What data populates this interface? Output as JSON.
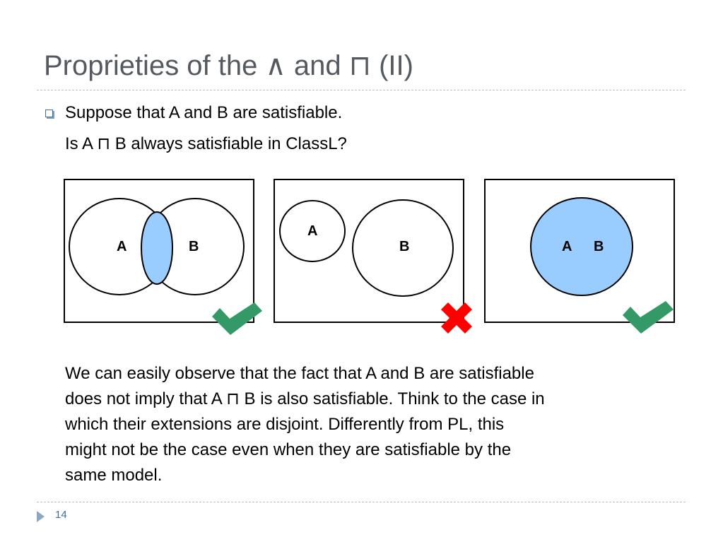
{
  "slide": {
    "title": "Proprieties of the ∧ and ⊓ (II)",
    "bullet": {
      "line1": "Suppose that A and B are satisfiable.",
      "line2": "Is A ⊓ B always satisfiable in ClassL?"
    },
    "diagrams": [
      {
        "label_a": "A",
        "label_b": "B",
        "verdict": "check-mark-icon"
      },
      {
        "label_a": "A",
        "label_b": "B",
        "verdict": "cross-mark-icon"
      },
      {
        "label_a": "A",
        "label_b": "B",
        "verdict": "check-mark-icon"
      }
    ],
    "paragraph": [
      "We can easily observe that the fact that A and B are satisfiable",
      "does not imply that A ⊓ B is also satisfiable. Think to the case in",
      "which their extensions are disjoint. Differently from PL, this",
      "might not be the case even when they are satisfiable by the",
      "same model."
    ],
    "page_number": "14",
    "colors": {
      "title": "#555a60",
      "fill_blue": "#99ccff",
      "check_green": "#339966",
      "cross_red": "#ff0000",
      "accent": "#3b6e9c"
    }
  }
}
